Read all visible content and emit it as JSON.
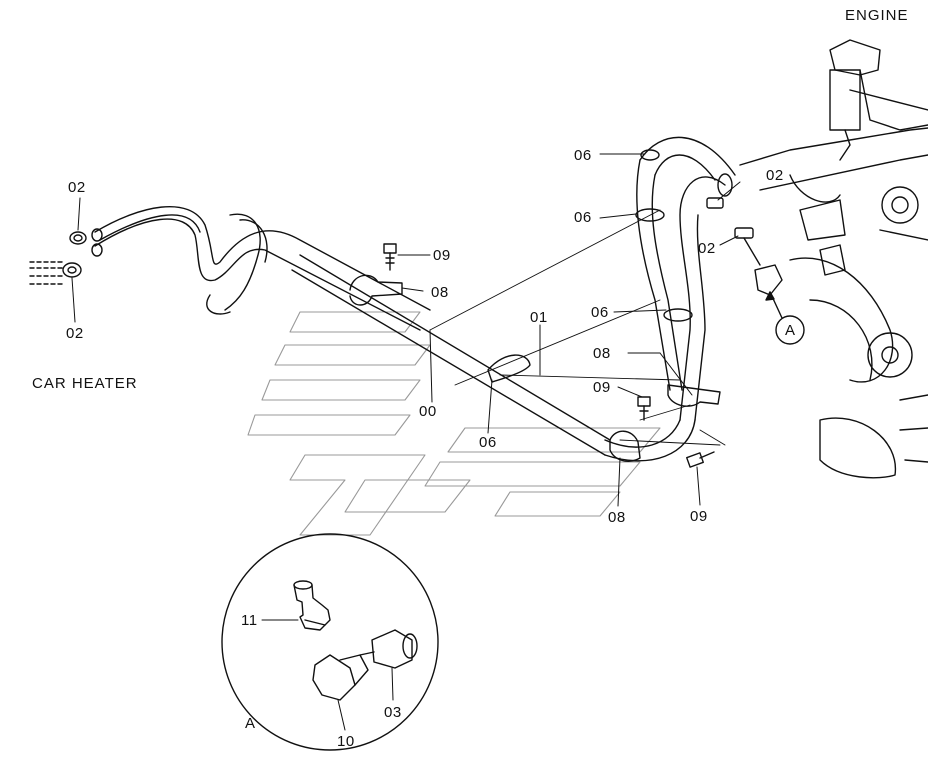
{
  "titles": {
    "engine": "ENGINE",
    "car_heater": "CAR HEATER"
  },
  "callouts": {
    "c00": "00",
    "c01": "01",
    "c02_top_left": "02",
    "c02_bottom_left": "02",
    "c02_engine_upper": "02",
    "c02_engine_lower": "02",
    "c03": "03",
    "c06_top": "06",
    "c06_mid_upper": "06",
    "c06_mid_lower": "06",
    "c06_bottom": "06",
    "c08_left": "08",
    "c08_right": "08",
    "c08_bottom": "08",
    "c09_left": "09",
    "c09_mid": "09",
    "c09_bottom": "09",
    "c10": "10",
    "c11": "11"
  },
  "detail": {
    "marker_label": "A",
    "circle_label": "A"
  }
}
